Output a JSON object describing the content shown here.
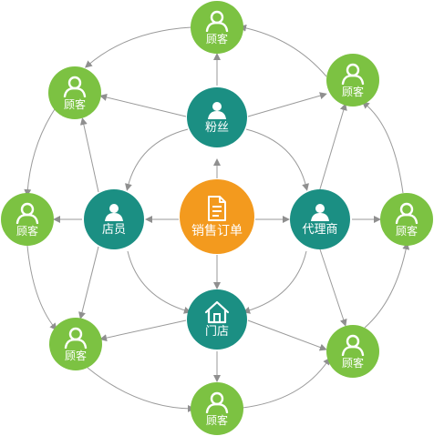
{
  "colors": {
    "customer": "#7cc242",
    "hub": "#1b8f83",
    "center": "#f39a1e",
    "connector": "#9a9a9a",
    "arrowhead": "#8f8f8f"
  },
  "nodes": {
    "center": {
      "label": "销售订单",
      "icon": "document-icon"
    },
    "fans": {
      "label": "粉丝",
      "icon": "person-icon"
    },
    "clerk": {
      "label": "店员",
      "icon": "person-icon"
    },
    "agent": {
      "label": "代理商",
      "icon": "person-icon"
    },
    "store": {
      "label": "门店",
      "icon": "house-icon"
    },
    "customers": [
      {
        "label": "顾客",
        "icon": "person-icon"
      },
      {
        "label": "顾客",
        "icon": "person-icon"
      },
      {
        "label": "顾客",
        "icon": "person-icon"
      },
      {
        "label": "顾客",
        "icon": "person-icon"
      },
      {
        "label": "顾客",
        "icon": "person-icon"
      },
      {
        "label": "顾客",
        "icon": "person-icon"
      },
      {
        "label": "顾客",
        "icon": "person-icon"
      },
      {
        "label": "顾客",
        "icon": "person-icon"
      }
    ]
  }
}
